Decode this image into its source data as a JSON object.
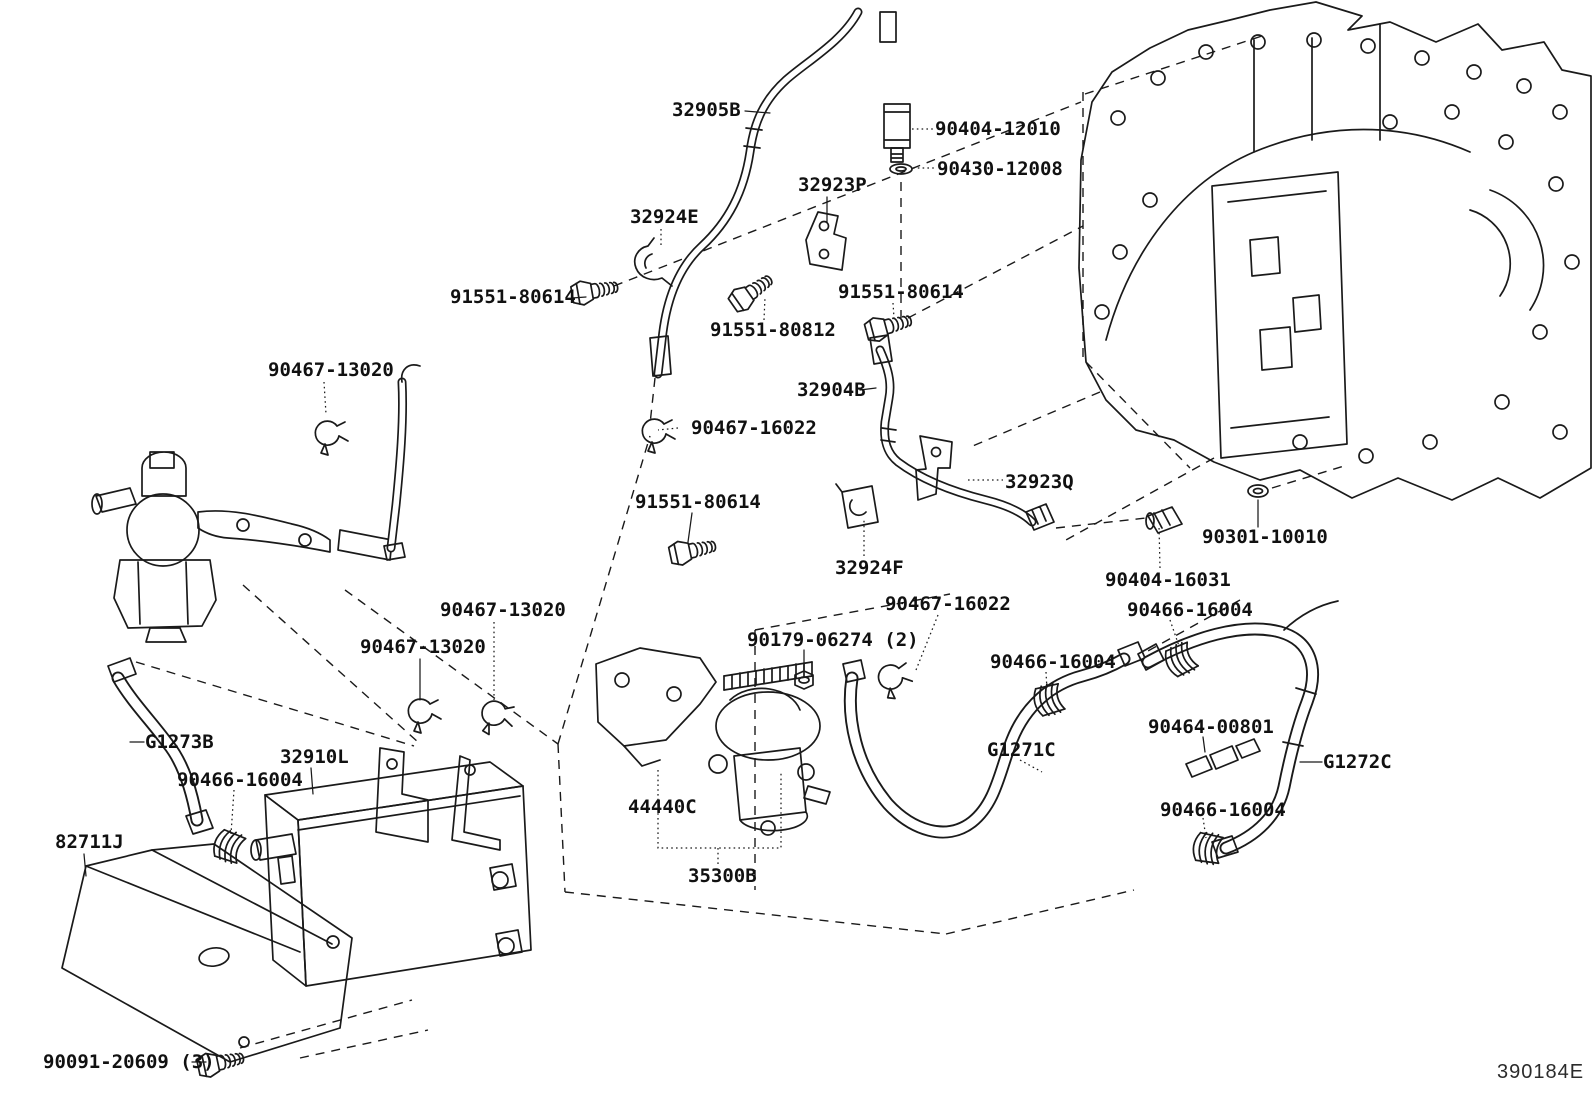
{
  "diagram": {
    "figure_code": "390184E",
    "line_color": "#1a1a1a",
    "background_color": "#ffffff",
    "part_labels": [
      {
        "text": "32905B"
      },
      {
        "text": "90404-12010"
      },
      {
        "text": "90430-12008"
      },
      {
        "text": "32923P"
      },
      {
        "text": "32924E"
      },
      {
        "text": "91551-80614"
      },
      {
        "text": "91551-80812"
      },
      {
        "text": "91551-80614"
      },
      {
        "text": "90467-13020"
      },
      {
        "text": "32904B"
      },
      {
        "text": "90467-16022"
      },
      {
        "text": "32923Q"
      },
      {
        "text": "91551-80614"
      },
      {
        "text": "32924F"
      },
      {
        "text": "90301-10010"
      },
      {
        "text": "90404-16031"
      },
      {
        "text": "90466-16004"
      },
      {
        "text": "90467-16022"
      },
      {
        "text": "90179-06274 (2)"
      },
      {
        "text": "90466-16004"
      },
      {
        "text": "G1273B"
      },
      {
        "text": "32910L"
      },
      {
        "text": "90466-16004"
      },
      {
        "text": "G1271C"
      },
      {
        "text": "90464-00801"
      },
      {
        "text": "G1272C"
      },
      {
        "text": "82711J"
      },
      {
        "text": "44440C"
      },
      {
        "text": "90466-16004"
      },
      {
        "text": "35300B"
      },
      {
        "text": "90467-13020"
      },
      {
        "text": "90467-13020"
      },
      {
        "text": "90091-20609 (3)"
      }
    ]
  }
}
